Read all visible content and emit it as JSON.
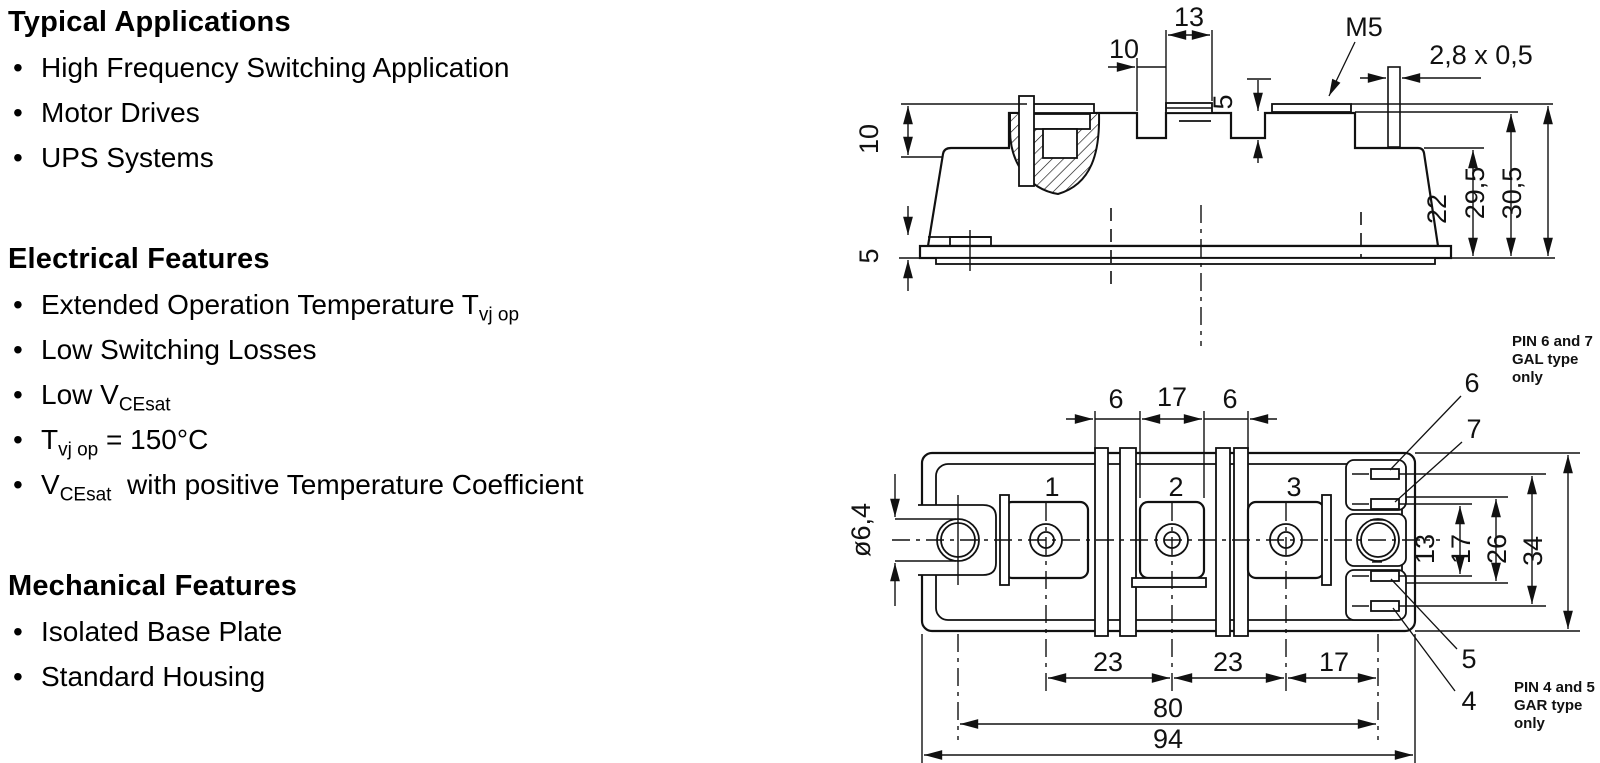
{
  "colors": {
    "ink": "#111111",
    "background": "#ffffff"
  },
  "features": {
    "sections": [
      {
        "heading": "Typical Applications",
        "items": [
          "High Frequency Switching Application",
          "Motor Drives",
          "UPS Systems"
        ]
      },
      {
        "heading": "Electrical Features",
        "items": [
          "Extended Operation Temperature T|vj op",
          "Low Switching Losses",
          "Low V|CEsat",
          "T|vj op| = 150°C",
          "V|CEsat|  with positive Temperature Coefficient"
        ]
      },
      {
        "heading": "Mechanical Features",
        "items": [
          "Isolated Base Plate",
          "Standard Housing"
        ]
      }
    ],
    "bullet": "•"
  },
  "drawing": {
    "side": {
      "d13": "13",
      "d10_top": "10",
      "d5_notch": "5",
      "m5": "M5",
      "d28": "2,8 x 0,5",
      "d10_left": "10",
      "d5_left": "5",
      "d22": "22",
      "d29_5": "29,5",
      "d30_5": "30,5"
    },
    "top": {
      "d6a": "6",
      "d17_top": "17",
      "d6b": "6",
      "dia": "ø6,4",
      "t1": "1",
      "t2": "2",
      "t3": "3",
      "p6": "6",
      "p7": "7",
      "p5": "5",
      "p4": "4",
      "d13": "13",
      "d17_right": "17",
      "d26": "26",
      "d34": "34",
      "d23a": "23",
      "d23b": "23",
      "d17_bottom": "17",
      "d80": "80",
      "d94": "94",
      "note_top": [
        "PIN 6 and 7",
        "GAL type",
        "only"
      ],
      "note_bottom": [
        "PIN 4 and 5",
        "GAR type",
        "only"
      ]
    }
  }
}
